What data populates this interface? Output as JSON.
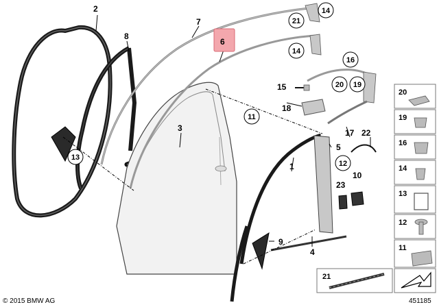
{
  "colors": {
    "highlight": "#f3a7ad",
    "highlight_border": "#d86a74",
    "seal_dark": "#1a1a1a",
    "part_gray": "#c8c8c8",
    "door_light": "#f2f2f2"
  },
  "callouts": {
    "c1": "1",
    "c2": "2",
    "c3": "3",
    "c4": "4",
    "c5": "5",
    "c6": "6",
    "c7": "7",
    "c8": "8",
    "c9": "9",
    "c10": "10",
    "c11": "11",
    "c12": "12",
    "c13": "13",
    "c14a": "14",
    "c14b": "14",
    "c15": "15",
    "c16": "16",
    "c17": "17",
    "c18": "18",
    "c19": "19",
    "c20": "20",
    "c21": "21",
    "c22": "22",
    "c23": "23"
  },
  "legend": [
    {
      "label": "20",
      "icon": "clip-icon"
    },
    {
      "label": "19",
      "icon": "clip-icon"
    },
    {
      "label": "16",
      "icon": "clip-icon"
    },
    {
      "label": "14",
      "icon": "clip-icon"
    },
    {
      "label": "13",
      "icon": "clip-icon"
    },
    {
      "label": "12",
      "icon": "screw-icon"
    },
    {
      "label": "11",
      "icon": "nut-clip-icon"
    }
  ],
  "bottom_box": {
    "label": "21"
  },
  "footer": {
    "copyright": "© 2015 BMW AG",
    "diagram_id": "451185"
  }
}
